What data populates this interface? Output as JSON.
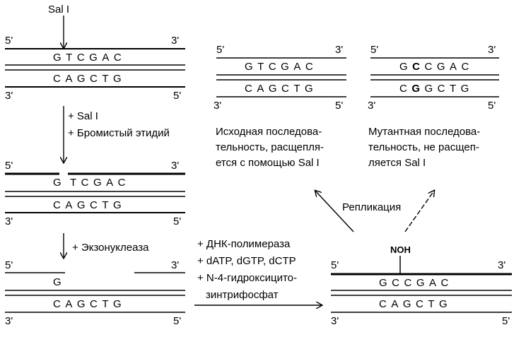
{
  "enzyme_label": "Sal I",
  "strand_ends": {
    "five": "5'",
    "three": "3'"
  },
  "step1": {
    "top_seq": "GTCGAC",
    "bottom_seq": "CAGCTG"
  },
  "arrow1": {
    "line1": "+ Sal I",
    "line2": "+ Бромистый этидий"
  },
  "step2": {
    "top_g": "G",
    "top_rest": "TCGAC",
    "bottom_seq": "CAGCTG"
  },
  "arrow2": {
    "label": "+ Экзонуклеаза"
  },
  "step3": {
    "top_seq": "G",
    "bottom_seq": "CAGCTG"
  },
  "arrow3": {
    "line1": "+ ДНК-полимераза",
    "line2": "+ dATP, dGTP, dCTP",
    "line3": "+ N-4-гидроксицито-",
    "line4": "зинтрифосфат"
  },
  "step4": {
    "modification": "NOH",
    "top_seq": "GCCGAC",
    "bottom_seq": "CAGCTG"
  },
  "replication_label": "Репликация",
  "original": {
    "top_seq": "GTCGAC",
    "bottom_seq": "CAGCTG",
    "caption": "Исходная последова-\nтельность, расщепля-\nется с помощью  Sal I"
  },
  "mutant": {
    "top_a": "G",
    "top_b": "C",
    "top_c": "CGAC",
    "bottom_a": "C",
    "bottom_b": "G",
    "bottom_c": "GCTG",
    "caption": "Мутантная последова-\nтельность, не расщеп-\nляется  Sal I"
  }
}
